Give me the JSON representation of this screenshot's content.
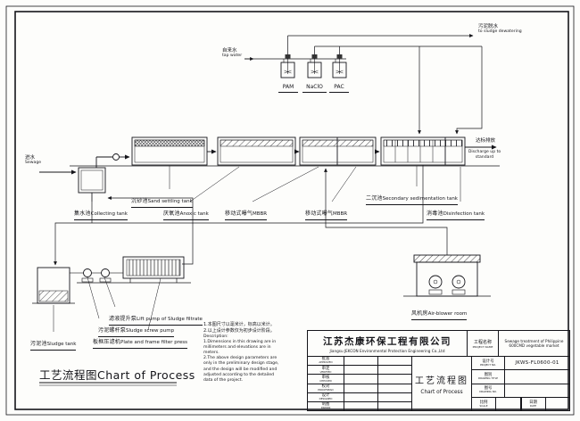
{
  "top_system": {
    "dewatering": {
      "cn": "污泥脱水",
      "en": "to sludge dewatering"
    },
    "tap_water": {
      "cn": "自来水",
      "en": "tap water"
    },
    "dosing": [
      "PAM",
      "NaClO",
      "PAC"
    ]
  },
  "flow": {
    "influent": {
      "cn": "进水",
      "en": "Sewage"
    },
    "discharge": {
      "cn": "达标排放",
      "en": "Discharge up to standard"
    }
  },
  "tanks": {
    "collecting": {
      "cn": "集水池",
      "en": "Collecting tank"
    },
    "sand_settling": {
      "cn": "沉砂池",
      "en": "Sand settling tank"
    },
    "anoxic": {
      "cn": "厌氧池",
      "en": "Anoxic tank"
    },
    "mbbr1": {
      "cn": "移动式曝气",
      "en": "MBBR"
    },
    "mbbr2": {
      "cn": "移动式曝气",
      "en": "MBBR"
    },
    "secondary_sedimentation": {
      "cn": "二沉池",
      "en": "Secondary sedimentation tank"
    },
    "disinfection": {
      "cn": "消毒池",
      "en": "Disinfection tank"
    }
  },
  "sludge_system": {
    "lift_pump": {
      "cn": "滤液提升泵",
      "en": "Lift pump of Sludge filtrate"
    },
    "screw_pump": {
      "cn": "污泥螺杆泵",
      "en": "Sludge screw pump"
    },
    "filter_press": {
      "cn": "板框压滤机",
      "en": "Plate and frame filter press"
    },
    "sludge_tank": {
      "cn": "污泥池",
      "en": "Sludge tank"
    }
  },
  "blower_room": {
    "cn": "风机房",
    "en": "Air-blower room"
  },
  "notes": {
    "cn_lines": [
      "1.本图尺寸以毫米计，标高以米计。",
      "2.以上设计参数仅为初步设计阶段。"
    ],
    "description_title": "Description:",
    "en_lines": [
      "1.Dimensions in this drawing are in",
      "millimeters and elevations are in",
      "meters.",
      "2.The above design parameters are",
      "only in the preliminary design stage,",
      "and the design will be modified and",
      "adjusted according to the detailed",
      "data of the project."
    ]
  },
  "footer_title": {
    "cn": "工艺流程图",
    "en": "Chart of Process"
  },
  "title_block": {
    "company": {
      "cn": "江苏杰康环保工程有限公司",
      "en": "Jiangsu JEKCON Environmental Protection Engineering Co.,Ltd"
    },
    "project_name": {
      "label_cn": "工程名称",
      "label_en": "PROJECT NAME",
      "value": "Sewage treatment of Philippine 600CMD vegetable market"
    },
    "project_no": {
      "label_cn": "设计号",
      "label_en": "PROJECT NO.",
      "value": "JKWS-FL0600-01"
    },
    "drawing_title": {
      "label_cn": "图别",
      "label_en": "DRAWING TITLE"
    },
    "drawing_no": {
      "label_cn": "图号",
      "label_en": "DRAWING NO."
    },
    "scale": {
      "label_cn": "比例",
      "label_en": "SCALE"
    },
    "date": {
      "label_cn": "日期",
      "label_en": "DATE"
    },
    "sheet_title": {
      "cn": "工艺流程图",
      "en": "Chart of Process"
    },
    "signature_rows": [
      {
        "cn": "批准",
        "en": "APPROVED"
      },
      {
        "cn": "审定",
        "en": "VERIFIED"
      },
      {
        "cn": "审核",
        "en": "CHECKED"
      },
      {
        "cn": "校对",
        "en": "PROOFREAD"
      },
      {
        "cn": "设计",
        "en": "DESIGNED"
      },
      {
        "cn": "制图",
        "en": "DRAWN"
      }
    ]
  }
}
